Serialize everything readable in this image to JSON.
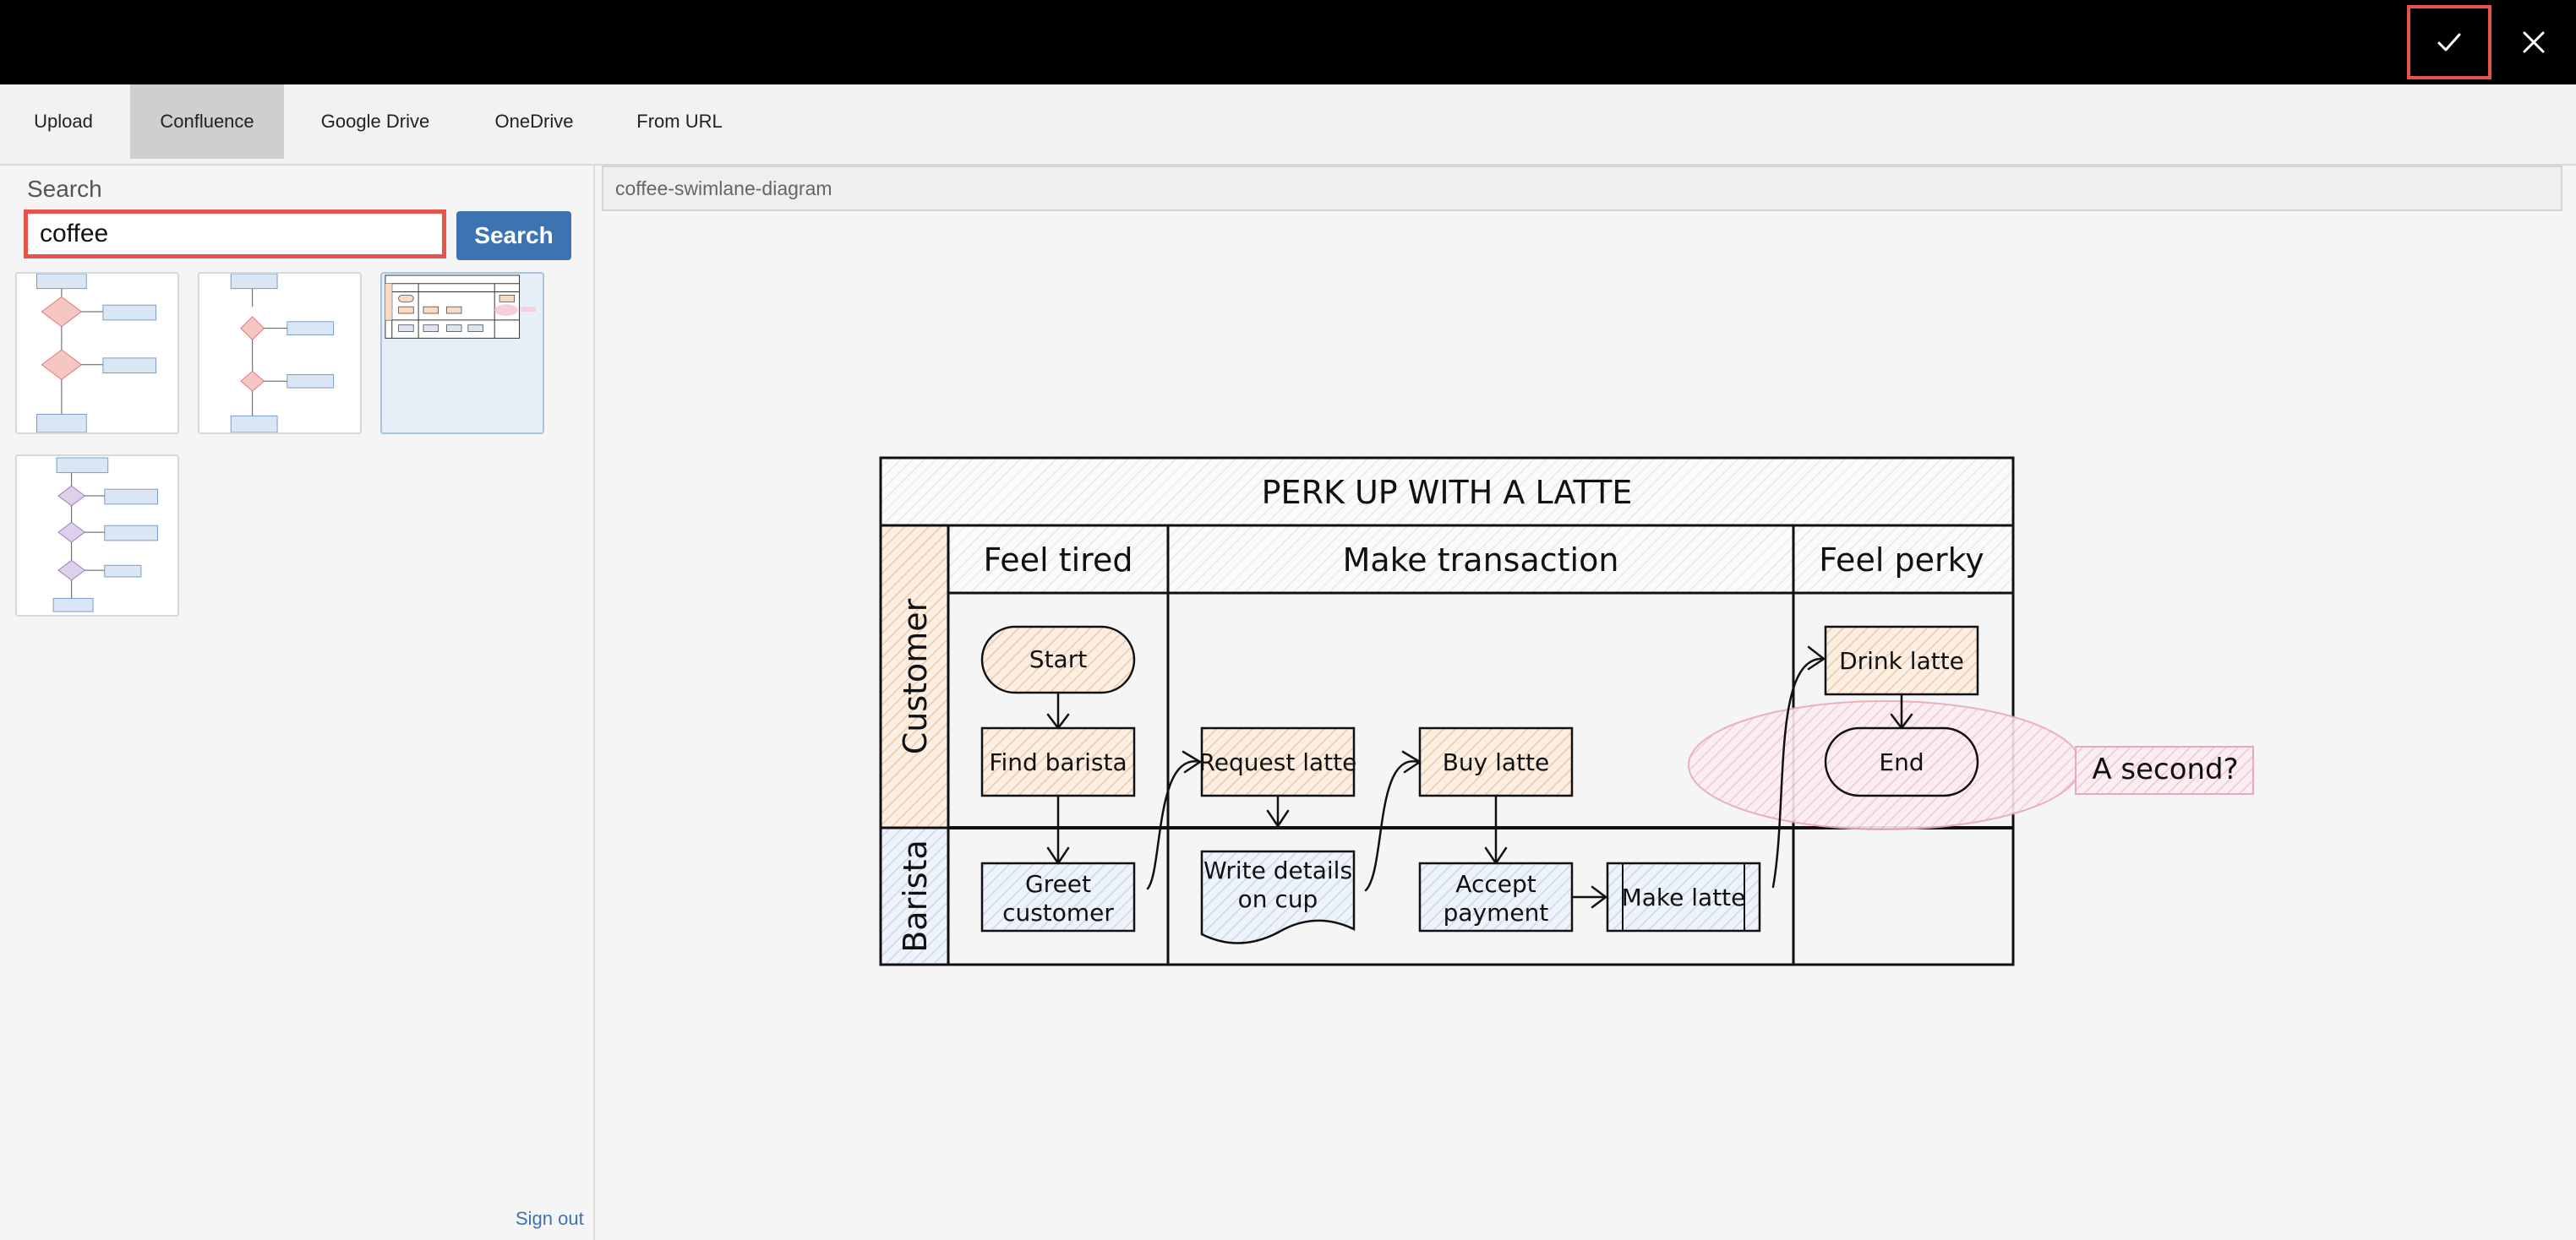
{
  "colors": {
    "topbar": "#000000",
    "highlight": "#e5534b",
    "search_button": "#3b74b1",
    "customer_fill": "#f6dcc7",
    "barista_fill": "#dae6f3",
    "end_fill": "#f5cfd9"
  },
  "topbar": {
    "confirm_icon": "checkmark-icon",
    "close_icon": "close-icon"
  },
  "tabs": [
    {
      "label": "Upload",
      "active": false
    },
    {
      "label": "Confluence",
      "active": true
    },
    {
      "label": "Google Drive",
      "active": false
    },
    {
      "label": "OneDrive",
      "active": false
    },
    {
      "label": "From URL",
      "active": false
    }
  ],
  "search": {
    "label": "Search",
    "value": "coffee",
    "button_label": "Search"
  },
  "sidebar": {
    "sign_out": "Sign out"
  },
  "preview": {
    "name": "coffee-swimlane-diagram"
  },
  "diagram": {
    "title": "PERK UP WITH A LATTE",
    "columns": [
      "Feel tired",
      "Make transaction",
      "Feel perky"
    ],
    "lanes": [
      "Customer",
      "Barista"
    ],
    "nodes": {
      "start": "Start",
      "find_barista": "Find barista",
      "request_latte": "Request latte",
      "buy_latte": "Buy latte",
      "drink_latte": "Drink latte",
      "end": "End",
      "greet_customer_1": "Greet",
      "greet_customer_2": "customer",
      "write_details_1": "Write details",
      "write_details_2": "on cup",
      "accept_payment_1": "Accept",
      "accept_payment_2": "payment",
      "make_latte": "Make latte"
    },
    "annotation": "A second?"
  }
}
